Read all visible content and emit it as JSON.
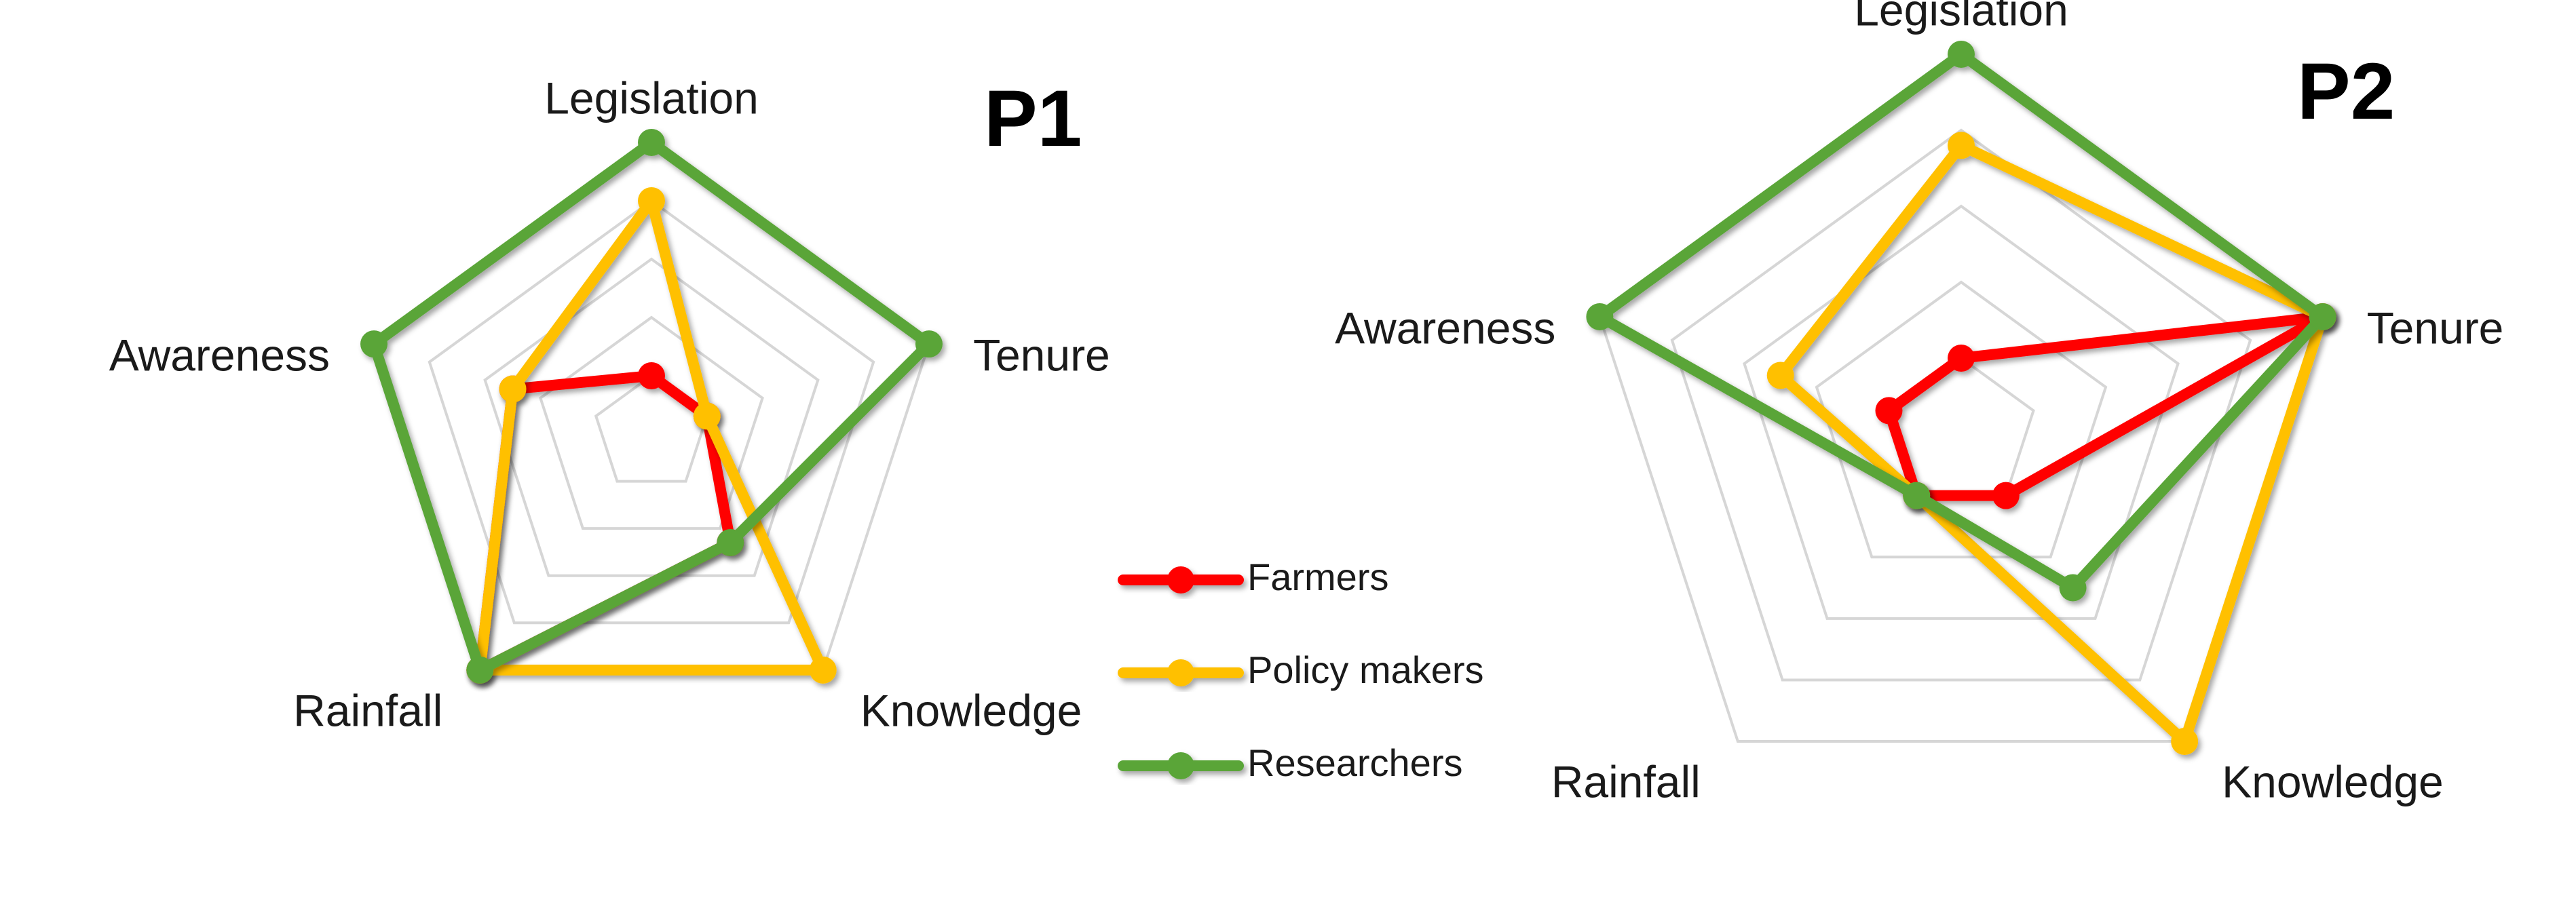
{
  "chart_data": [
    {
      "type": "radar",
      "title": "P1",
      "axes": [
        "Legislation",
        "Tenure",
        "Knowledge",
        "Rainfall",
        "Awareness"
      ],
      "rlim": [
        0,
        5
      ],
      "grid": true,
      "legend": "center",
      "series": [
        {
          "name": "Farmers",
          "color": "#ff0000",
          "values": [
            1,
            1,
            2.3,
            5,
            2.5
          ]
        },
        {
          "name": "Policy makers",
          "color": "#ffc000",
          "values": [
            4,
            1,
            5,
            5,
            2.5
          ]
        },
        {
          "name": "Researchers",
          "color": "#5aa539",
          "values": [
            5,
            5,
            2.3,
            5,
            5
          ]
        }
      ]
    },
    {
      "type": "radar",
      "title": "P2",
      "axes": [
        "Legislation",
        "Tenure",
        "Knowledge",
        "Rainfall",
        "Awareness"
      ],
      "rlim": [
        0,
        5
      ],
      "grid": true,
      "legend": "center",
      "series": [
        {
          "name": "Farmers",
          "color": "#ff0000",
          "values": [
            1,
            5,
            1,
            1,
            1
          ]
        },
        {
          "name": "Policy makers",
          "color": "#ffc000",
          "values": [
            3.8,
            5,
            5,
            1,
            2.5
          ]
        },
        {
          "name": "Researchers",
          "color": "#5aa539",
          "values": [
            5,
            5,
            2.5,
            1,
            5
          ]
        }
      ]
    }
  ],
  "legend": {
    "entries": [
      {
        "label": "Farmers",
        "color": "#ff0000"
      },
      {
        "label": "Policy makers",
        "color": "#ffc000"
      },
      {
        "label": "Researchers",
        "color": "#5aa539"
      }
    ]
  }
}
